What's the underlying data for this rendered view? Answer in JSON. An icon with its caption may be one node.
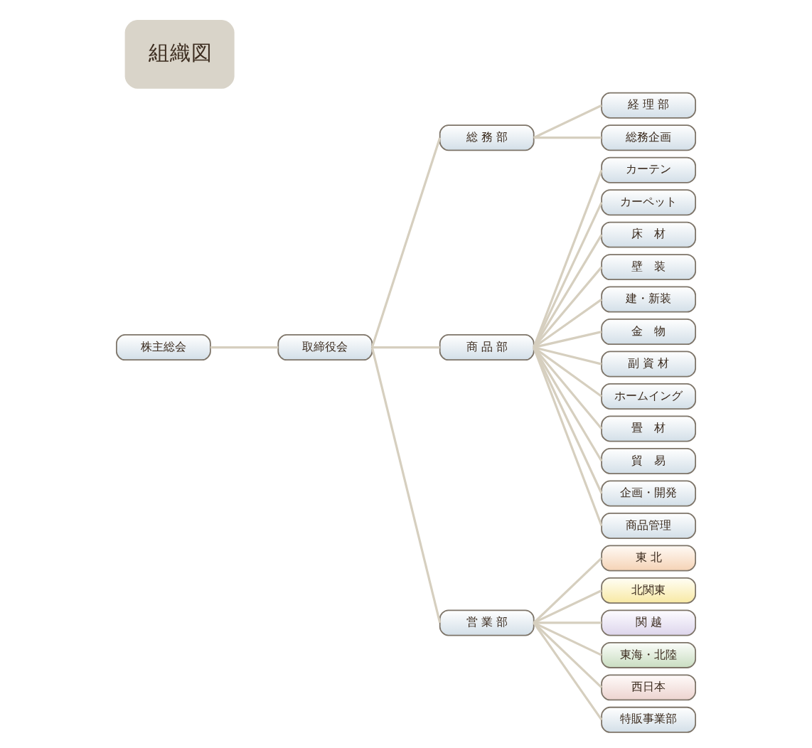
{
  "diagram": {
    "title": "組織図",
    "nodes": [
      {
        "text": [
          "株主総会"
        ]
      },
      {
        "text": [
          "取締役会"
        ]
      },
      {
        "text": [
          "総 務 部"
        ]
      },
      {
        "text": [
          "経 理 部"
        ]
      },
      {
        "text": [
          "総務企画"
        ]
      },
      {
        "text": [
          "商 品 部"
        ]
      },
      {
        "text": [
          "カーテン"
        ]
      },
      {
        "text": [
          "カーペット"
        ]
      },
      {
        "text": [
          "床　材"
        ]
      },
      {
        "text": [
          "壁　装"
        ]
      },
      {
        "text": [
          "建・新装"
        ]
      },
      {
        "text": [
          "金　物"
        ]
      },
      {
        "text": [
          "副 資 材"
        ]
      },
      {
        "text": [
          "ホームイング"
        ]
      },
      {
        "text": [
          "畳　材"
        ]
      },
      {
        "text": [
          "貿　易"
        ]
      },
      {
        "text": [
          "企画・開発"
        ]
      },
      {
        "text": [
          "商品管理"
        ]
      },
      {
        "text": [
          "営 業 部"
        ]
      },
      {
        "text": [
          "東 北"
        ]
      },
      {
        "text": [
          "北関東"
        ]
      },
      {
        "text": [
          "関 越"
        ]
      },
      {
        "text": [
          "東海・北陸"
        ]
      },
      {
        "text": [
          "西日本"
        ]
      },
      {
        "text": [
          "特販事業部"
        ]
      }
    ],
    "edges": [
      {
        "from": 0,
        "to": 1,
        "arrow": "none"
      },
      {
        "from": 1,
        "to": 2,
        "arrow": "none"
      },
      {
        "from": 1,
        "to": 5,
        "arrow": "none"
      },
      {
        "from": 1,
        "to": 18,
        "arrow": "none"
      },
      {
        "from": 2,
        "to": 3,
        "arrow": "none"
      },
      {
        "from": 2,
        "to": 4,
        "arrow": "none"
      },
      {
        "from": 5,
        "to": 6,
        "arrow": "none"
      },
      {
        "from": 5,
        "to": 7,
        "arrow": "none"
      },
      {
        "from": 5,
        "to": 8,
        "arrow": "none"
      },
      {
        "from": 5,
        "to": 9,
        "arrow": "none"
      },
      {
        "from": 5,
        "to": 10,
        "arrow": "none"
      },
      {
        "from": 5,
        "to": 11,
        "arrow": "none"
      },
      {
        "from": 5,
        "to": 12,
        "arrow": "none"
      },
      {
        "from": 5,
        "to": 13,
        "arrow": "none"
      },
      {
        "from": 5,
        "to": 14,
        "arrow": "none"
      },
      {
        "from": 5,
        "to": 15,
        "arrow": "none"
      },
      {
        "from": 5,
        "to": 16,
        "arrow": "none"
      },
      {
        "from": 5,
        "to": 17,
        "arrow": "none"
      },
      {
        "from": 18,
        "to": 19,
        "arrow": "none"
      },
      {
        "from": 18,
        "to": 20,
        "arrow": "none"
      },
      {
        "from": 18,
        "to": 21,
        "arrow": "none"
      },
      {
        "from": 18,
        "to": 22,
        "arrow": "none"
      },
      {
        "from": 18,
        "to": 23,
        "arrow": "none"
      },
      {
        "from": 18,
        "to": 24,
        "arrow": "none"
      }
    ]
  }
}
